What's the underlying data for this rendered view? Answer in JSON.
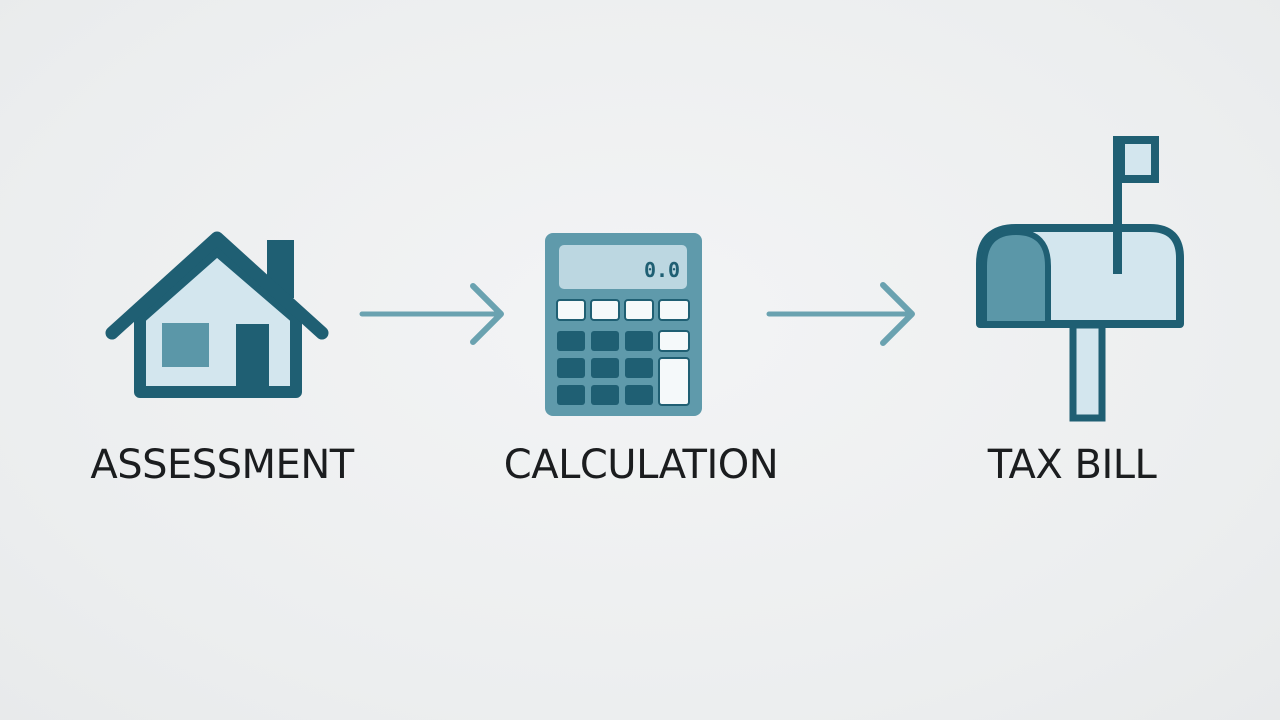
{
  "steps": [
    {
      "label": "ASSESSMENT",
      "icon": "house-icon"
    },
    {
      "label": "CALCULATION",
      "icon": "calculator-icon"
    },
    {
      "label": "TAX BILL",
      "icon": "mailbox-icon"
    }
  ],
  "calculator": {
    "display_text": "0.0"
  },
  "colors": {
    "dark_teal": "#1f5f73",
    "mid_teal": "#5b97a8",
    "light_blue": "#d3e6ee",
    "arrow": "#6aa2b0",
    "text": "#1b1d1f",
    "background": "#eeeff0"
  }
}
